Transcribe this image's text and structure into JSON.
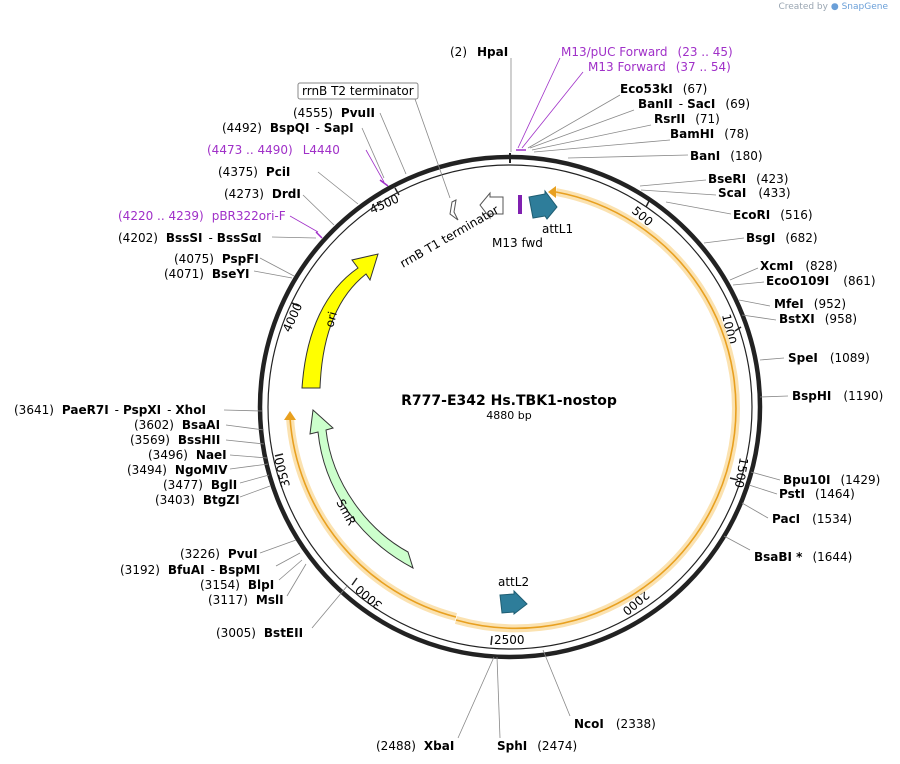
{
  "credit": {
    "prefix": "Created by",
    "brand": "SnapGene"
  },
  "plasmid": {
    "name": "R777-E342 Hs.TBK1-nostop",
    "size": "4880 bp"
  },
  "ticks": [
    "500",
    "1000",
    "1500",
    "2000",
    "2500",
    "3000",
    "3500",
    "4000",
    "4500"
  ],
  "sites": [
    {
      "pos": "(2)",
      "name": "HpaI"
    },
    {
      "name": "Eco53kI",
      "pos": "(67)"
    },
    {
      "name": "BanII",
      "sep": "-",
      "name2": "SacI",
      "pos": "(69)"
    },
    {
      "name": "RsrII",
      "pos": "(71)"
    },
    {
      "name": "BamHI",
      "pos": "(78)"
    },
    {
      "name": "BanI",
      "pos": "(180)"
    },
    {
      "name": "BseRI",
      "pos": "(423)"
    },
    {
      "name": "ScaI",
      "pos": "(433)"
    },
    {
      "name": "EcoRI",
      "pos": "(516)"
    },
    {
      "name": "BsgI",
      "pos": "(682)"
    },
    {
      "name": "XcmI",
      "pos": "(828)"
    },
    {
      "name": "EcoO109I",
      "pos": "(861)"
    },
    {
      "name": "MfeI",
      "pos": "(952)"
    },
    {
      "name": "BstXI",
      "pos": "(958)"
    },
    {
      "name": "SpeI",
      "pos": "(1089)"
    },
    {
      "name": "BspHI",
      "pos": "(1190)"
    },
    {
      "name": "Bpu10I",
      "pos": "(1429)"
    },
    {
      "name": "PstI",
      "pos": "(1464)"
    },
    {
      "name": "PacI",
      "pos": "(1534)"
    },
    {
      "name": "BsaBI *",
      "pos": "(1644)"
    },
    {
      "name": "NcoI",
      "pos": "(2338)"
    },
    {
      "pos": "(2474)",
      "name": "SphI"
    },
    {
      "pos": "(2488)",
      "name": "XbaI"
    },
    {
      "pos": "(3005)",
      "name": "BstEII"
    },
    {
      "pos": "(3117)",
      "name": "MslI"
    },
    {
      "pos": "(3154)",
      "name": "BlpI"
    },
    {
      "pos": "(3192)",
      "name": "BfuAI",
      "sep": "-",
      "name2": "BspMI"
    },
    {
      "pos": "(3226)",
      "name": "PvuI"
    },
    {
      "pos": "(3403)",
      "name": "BtgZI"
    },
    {
      "pos": "(3477)",
      "name": "BglI"
    },
    {
      "pos": "(3494)",
      "name": "NgoMIV"
    },
    {
      "pos": "(3496)",
      "name": "NaeI"
    },
    {
      "pos": "(3569)",
      "name": "BssHII"
    },
    {
      "pos": "(3602)",
      "name": "BsaAI"
    },
    {
      "pos": "(3641)",
      "name": "PaeR7I",
      "sep": "-",
      "name2": "PspXI",
      "sep2": "-",
      "name3": "XhoI"
    },
    {
      "pos": "(4071)",
      "name": "BseYI"
    },
    {
      "pos": "(4075)",
      "name": "PspFI"
    },
    {
      "pos": "(4202)",
      "name": "BssSI",
      "sep": "-",
      "name2": "BssSαI"
    },
    {
      "pos": "(4273)",
      "name": "DrdI"
    },
    {
      "pos": "(4375)",
      "name": "PciI"
    },
    {
      "pos": "(4492)",
      "name": "BspQI",
      "sep": "-",
      "name2": "SapI"
    },
    {
      "pos": "(4555)",
      "name": "PvuII"
    }
  ],
  "primers": [
    {
      "name": "M13/pUC Forward",
      "range": "(23 .. 45)"
    },
    {
      "name": "M13 Forward",
      "range": "(37 .. 54)"
    },
    {
      "range": "(4473 .. 4490)",
      "name": "L4440"
    },
    {
      "range": "(4220 .. 4239)",
      "name": "pBR322ori-F"
    }
  ],
  "features": {
    "rrnB_T2": "rrnB T2 terminator",
    "rrnB_T1": "rrnB T1 terminator",
    "m13fwd": "M13 fwd",
    "attL1": "attL1",
    "attL2": "attL2",
    "ori": "ori",
    "smr": "SmR"
  },
  "colors": {
    "backbone": "#222222",
    "primer": "#a030c8",
    "orf": "#e8a020",
    "orf_fill": "#fbe2b0",
    "att": "#2e7d9a",
    "ori": "#ffff00",
    "smr": "#ccffcc"
  }
}
